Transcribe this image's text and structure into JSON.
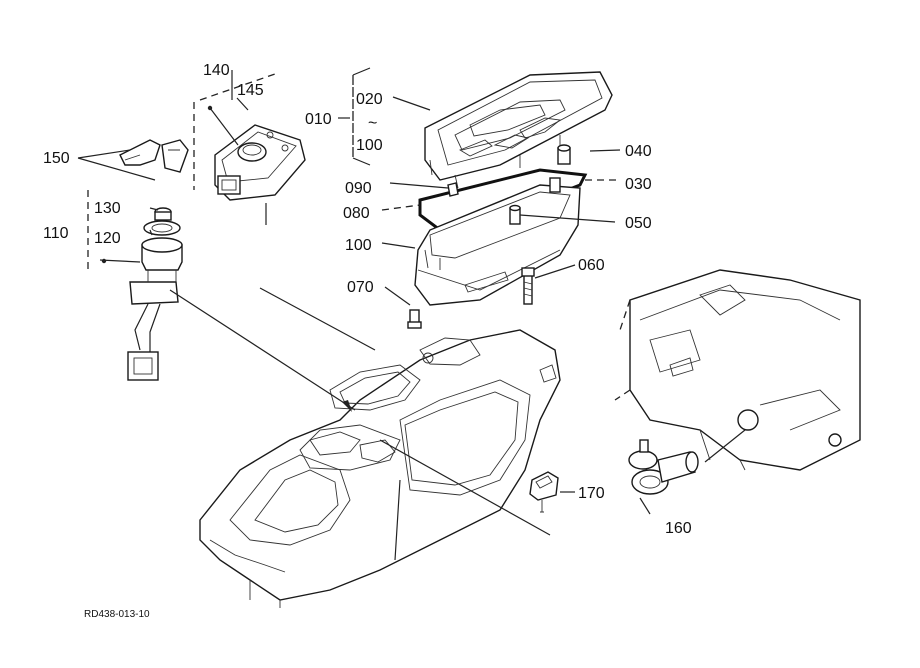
{
  "diagram": {
    "drawing_code": "RD438-013-10",
    "callouts": {
      "c010": "010",
      "c020": "020",
      "tilde": "~",
      "c100a": "100",
      "c040": "040",
      "c030": "030",
      "c090": "090",
      "c080": "080",
      "c050": "050",
      "c100b": "100",
      "c060": "060",
      "c070": "070",
      "c140": "140",
      "c145": "145",
      "c150": "150",
      "c130": "130",
      "c110": "110",
      "c120": "120",
      "c170": "170",
      "c160": "160"
    }
  }
}
